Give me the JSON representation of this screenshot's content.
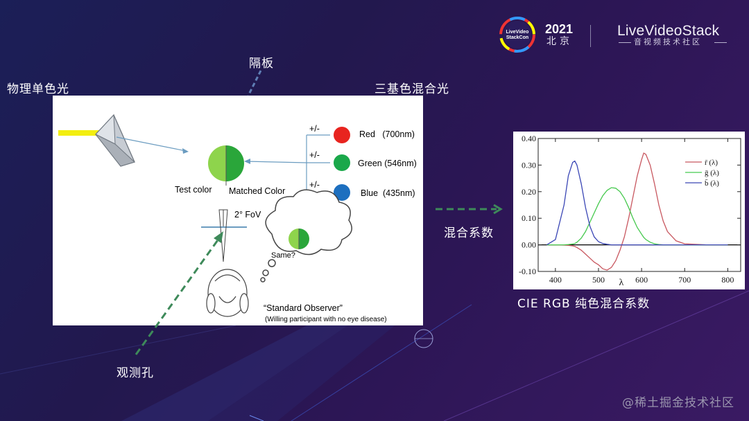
{
  "header": {
    "event_logo_text": "LiveVideo StackCon",
    "event_year": "2021",
    "event_city": "北京",
    "brand_name": "LiveVideoStack",
    "brand_sub": "音视频技术社区"
  },
  "labels": {
    "physical_mono_light": "物理单色光",
    "partition": "隔板",
    "tri_mix_light": "三基色混合光",
    "mixing_coeff": "混合系数",
    "peephole": "观测孔",
    "cie_caption": "CIE RGB 纯色混合系数"
  },
  "diagram": {
    "test_color": "Test color",
    "matched_color": "Matched Color",
    "plus_minus": "+/-",
    "primaries": [
      {
        "name": "Red",
        "wavelength": "(700nm)",
        "color": "#e8241f"
      },
      {
        "name": "Green",
        "wavelength": "(546nm)",
        "color": "#1aa84a"
      },
      {
        "name": "Blue",
        "wavelength": "(435nm)",
        "color": "#1d6fbf"
      }
    ],
    "fov": "2° FoV",
    "same": "Same?",
    "observer_title": "“Standard Observer”",
    "observer_sub": "(Willing participant with no eye disease)",
    "test_green": "#8ed44c",
    "matched_green": "#2aa63a"
  },
  "chart_data": {
    "type": "line",
    "x_ticks": [
      "400",
      "500",
      "600",
      "700",
      "800"
    ],
    "y_ticks": [
      "0.40",
      "0.30",
      "0.20",
      "0.10",
      "0.00",
      "-0.10"
    ],
    "xlabel": "λ",
    "xlim": [
      360,
      830
    ],
    "ylim": [
      -0.1,
      0.4
    ],
    "x": [
      380,
      400,
      420,
      430,
      440,
      445,
      450,
      460,
      470,
      480,
      490,
      500,
      510,
      520,
      530,
      540,
      550,
      560,
      570,
      580,
      590,
      600,
      605,
      610,
      620,
      630,
      640,
      650,
      660,
      680,
      700,
      750,
      800
    ],
    "series": [
      {
        "name": "r̄ (λ)",
        "color": "#c8575f",
        "values": [
          0.0,
          0.0,
          -0.001,
          -0.002,
          -0.004,
          -0.006,
          -0.01,
          -0.02,
          -0.035,
          -0.05,
          -0.065,
          -0.075,
          -0.09,
          -0.095,
          -0.085,
          -0.06,
          -0.02,
          0.03,
          0.1,
          0.18,
          0.26,
          0.32,
          0.345,
          0.34,
          0.3,
          0.23,
          0.15,
          0.09,
          0.05,
          0.015,
          0.004,
          0.0,
          0.0
        ]
      },
      {
        "name": "ḡ (λ)",
        "color": "#45c94d",
        "values": [
          0.0,
          0.0,
          0.0,
          0.001,
          0.003,
          0.005,
          0.01,
          0.025,
          0.05,
          0.085,
          0.12,
          0.155,
          0.185,
          0.205,
          0.215,
          0.213,
          0.2,
          0.175,
          0.14,
          0.1,
          0.065,
          0.04,
          0.028,
          0.02,
          0.01,
          0.004,
          0.001,
          0.0,
          0.0,
          0.0,
          0.0,
          0.0,
          0.0
        ]
      },
      {
        "name": "b̄ (λ)",
        "color": "#3a46b5",
        "values": [
          0.0,
          0.02,
          0.15,
          0.26,
          0.31,
          0.315,
          0.3,
          0.23,
          0.14,
          0.07,
          0.03,
          0.012,
          0.005,
          0.002,
          0.0,
          0.0,
          0.0,
          0.0,
          0.0,
          0.0,
          0.0,
          0.0,
          0.0,
          0.0,
          0.0,
          0.0,
          0.0,
          0.0,
          0.0,
          0.0,
          0.0,
          0.0,
          0.0
        ]
      }
    ]
  },
  "watermark": "@稀土掘金技术社区",
  "colors": {
    "accent_arrow": "#3e8a5a",
    "slash": "#5f7fb5"
  }
}
